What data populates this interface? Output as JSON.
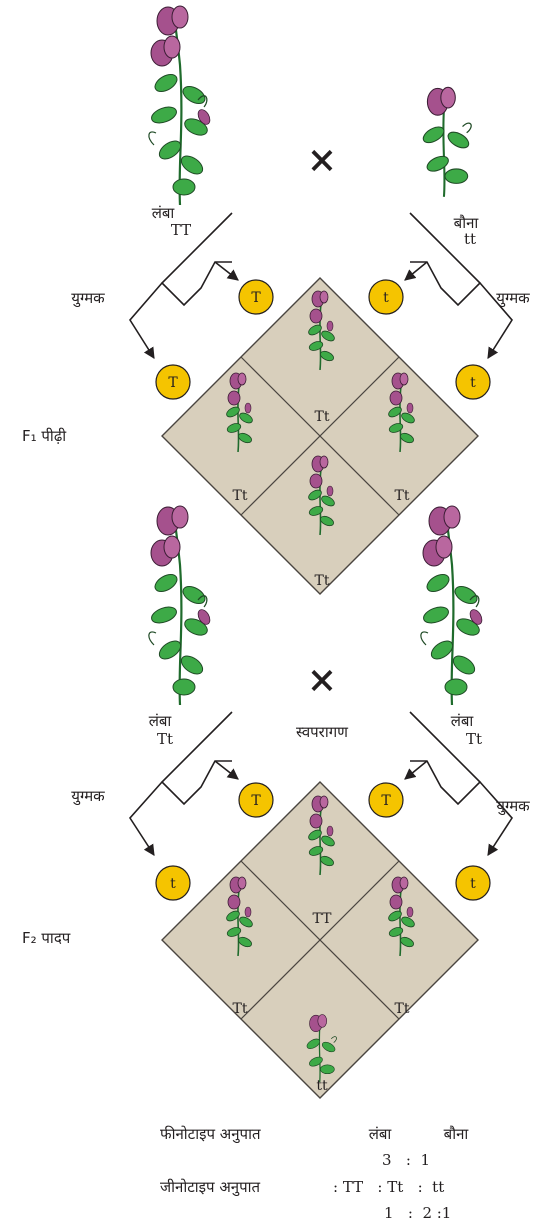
{
  "parents": {
    "tall_label": "लंबा",
    "tall_genotype": "TT",
    "dwarf_label": "बौना",
    "dwarf_genotype": "tt",
    "cross_symbol": "×"
  },
  "f1": {
    "row_label": "F₁ पीढ़ी",
    "gamete_label": "युग्मक",
    "gametes": [
      "T",
      "t",
      "T",
      "t"
    ],
    "cells": [
      "",
      "Tt",
      "Tt",
      "Tt",
      "Tt"
    ]
  },
  "f1_cross": {
    "left_label": "लंबा",
    "left_genotype": "Tt",
    "right_label": "लंबा",
    "right_genotype": "Tt",
    "cross_symbol": "×",
    "self_pollination": "स्वपरागण"
  },
  "f2": {
    "row_label": "F₂ पादप",
    "gamete_label": "युग्मक",
    "gametes": [
      "T",
      "T",
      "t",
      "t"
    ],
    "cells": [
      "",
      "TT",
      "Tt",
      "Tt",
      "tt"
    ]
  },
  "ratios": {
    "phenotype_label": "फीनोटाइप अनुपात",
    "phenotype_tall": "लंबा",
    "phenotype_dwarf": "बौना",
    "phenotype_ratio": "3   :  1",
    "genotype_label": "जीनोटाइप अनुपात",
    "genotype_classes": ": TT   : Tt   :  tt",
    "genotype_ratio": "1   :  2 :1"
  },
  "colors": {
    "punnett_fill": "#d8cfbc",
    "gamete_fill": "#f5c400",
    "flower": "#a5518d",
    "leaf": "#3daa47",
    "leaf_dark": "#1f6b2c"
  }
}
